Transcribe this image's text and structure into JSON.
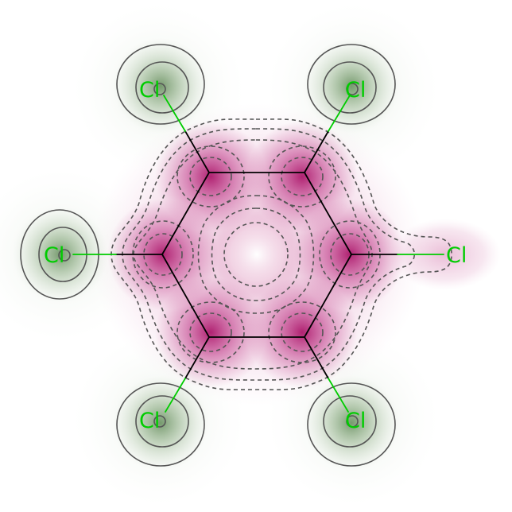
{
  "molecule": {
    "ring_atoms": 6,
    "substituent_label": "Cl",
    "substituents": [
      {
        "label": "Cl",
        "position": "top-left"
      },
      {
        "label": "Cl",
        "position": "top-right"
      },
      {
        "label": "Cl",
        "position": "left"
      },
      {
        "label": "Cl",
        "position": "right"
      },
      {
        "label": "Cl",
        "position": "bottom-left"
      },
      {
        "label": "Cl",
        "position": "bottom-right"
      }
    ]
  },
  "colors": {
    "bond": "#000000",
    "halogen": "#00cc00",
    "negative_field": "#a3005b",
    "positive_field": "#4f7d45",
    "contour_line": "#555555",
    "background": "#ffffff"
  }
}
